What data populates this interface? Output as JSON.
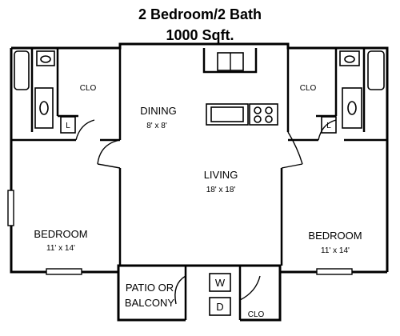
{
  "header": {
    "title": "2 Bedroom/2 Bath",
    "subtitle": "1000 Sqft."
  },
  "rooms": {
    "left_closet": "CLO",
    "right_closet": "CLO",
    "dining": {
      "name": "DINING",
      "size": "8' x 8'"
    },
    "living": {
      "name": "LIVING",
      "size": "18' x 18'"
    },
    "left_bedroom": {
      "name": "BEDROOM",
      "size": "11' x 14'"
    },
    "right_bedroom": {
      "name": "BEDROOM",
      "size": "11' x 14'"
    },
    "patio": {
      "line1": "PATIO OR",
      "line2": "BALCONY"
    },
    "patio_closet": "CLO",
    "linen_left": "L",
    "linen_right": "L",
    "washer": "W",
    "dryer": "D"
  }
}
